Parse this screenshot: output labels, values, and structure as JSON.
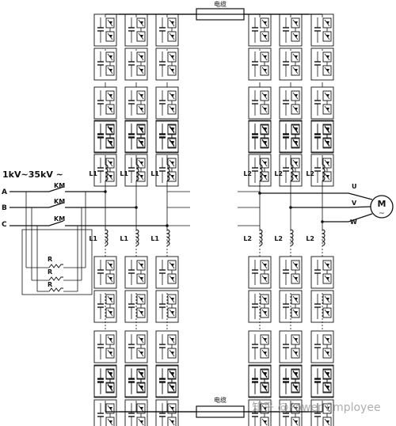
{
  "labels": {
    "voltage_range": "1kV~35kV ~",
    "phase_a": "A",
    "phase_b": "B",
    "phase_c": "C",
    "contactor": "KM",
    "resistor": "R",
    "cable": "电缆",
    "inductor_left": "L1",
    "inductor_right": "L2",
    "out_u": "U",
    "out_v": "V",
    "out_w": "W",
    "motor": "M",
    "motor_ac": "~"
  },
  "watermark": "知乎 @Power Employee"
}
